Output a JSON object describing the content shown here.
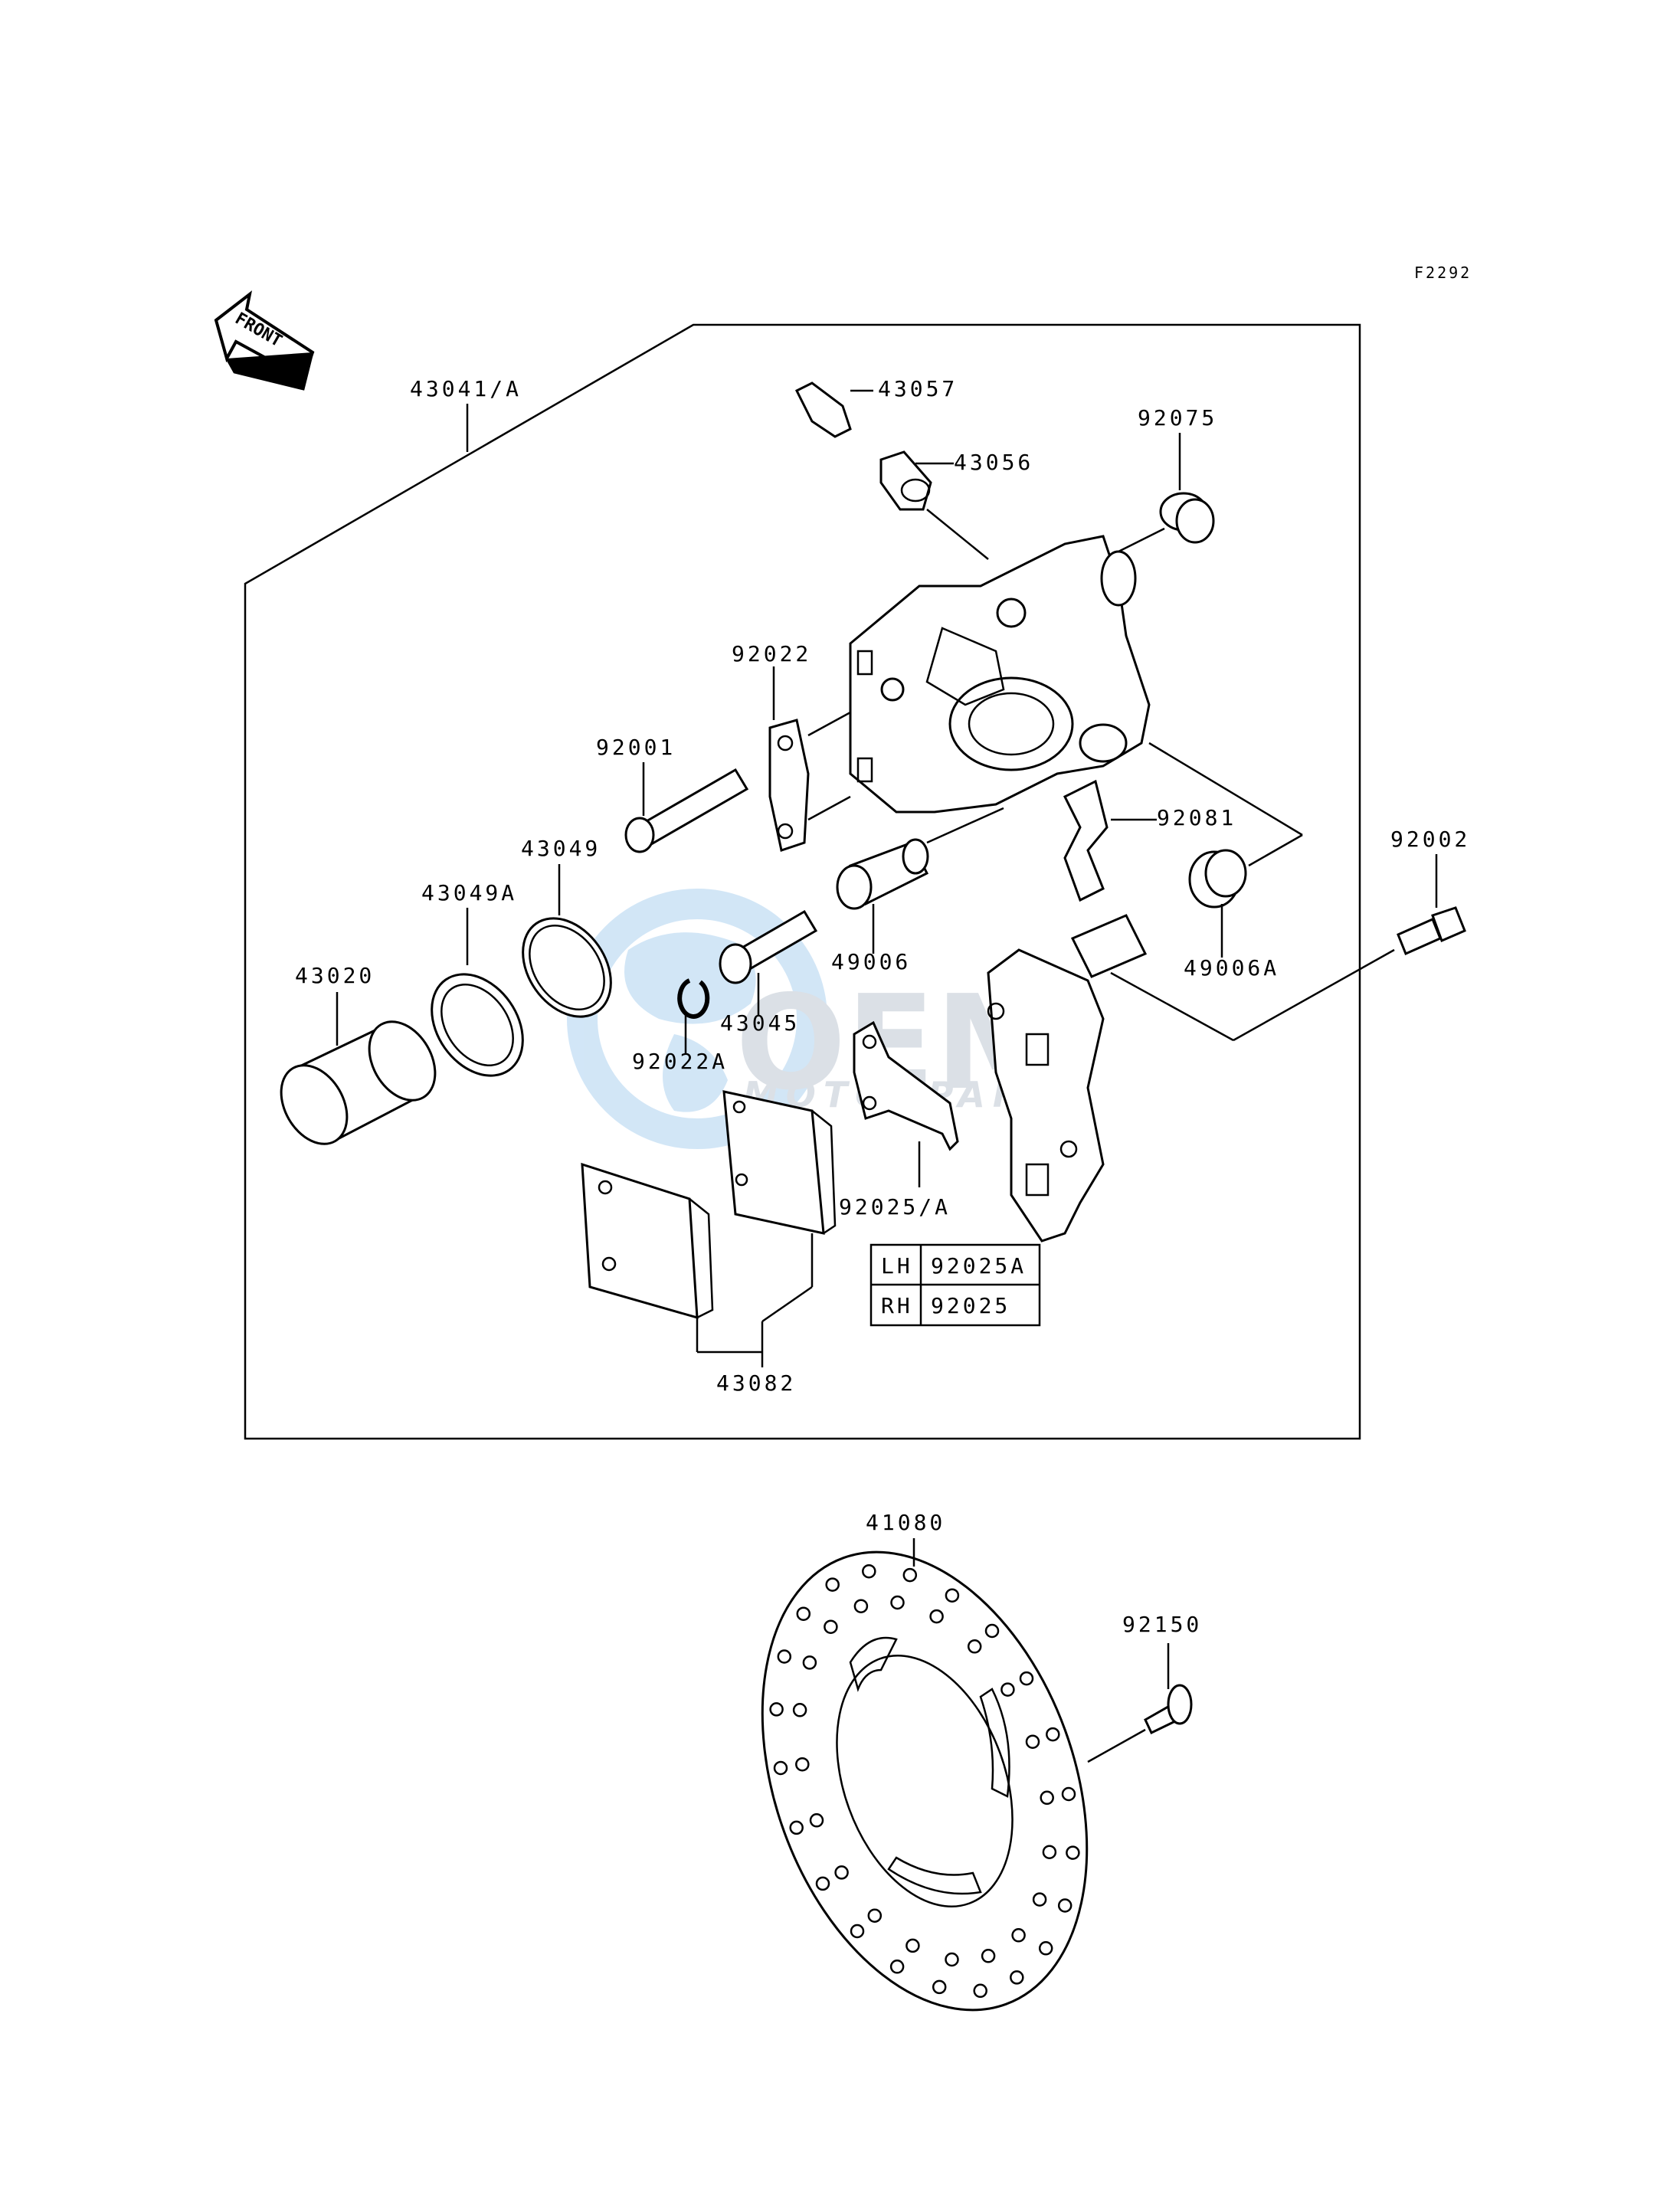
{
  "figure_code": "F2292",
  "front_arrow_label": "FRONT",
  "parts": {
    "caliper_assy": "43041/A",
    "bleed_valve": "43057",
    "bleed_cap": "43056",
    "boot_92075": "92075",
    "plate_92022": "92022",
    "pin_92001": "92001",
    "seal_43049": "43049",
    "seal_43049a": "43049A",
    "piston": "43020",
    "pin_49006": "49006",
    "boot_49006a": "49006A",
    "spring_92081": "92081",
    "bolt_92002": "92002",
    "clip_92022a": "92022A",
    "pin_43045": "43045",
    "spring_92025": "92025/A",
    "pads": "43082",
    "disc": "41080",
    "bolt_92150": "92150"
  },
  "side_table": {
    "rows": [
      {
        "side": "LH",
        "part": "92025A"
      },
      {
        "side": "RH",
        "part": "92025"
      }
    ]
  },
  "watermark": {
    "brand": "OEM",
    "sub": "MOTORPARTS"
  }
}
